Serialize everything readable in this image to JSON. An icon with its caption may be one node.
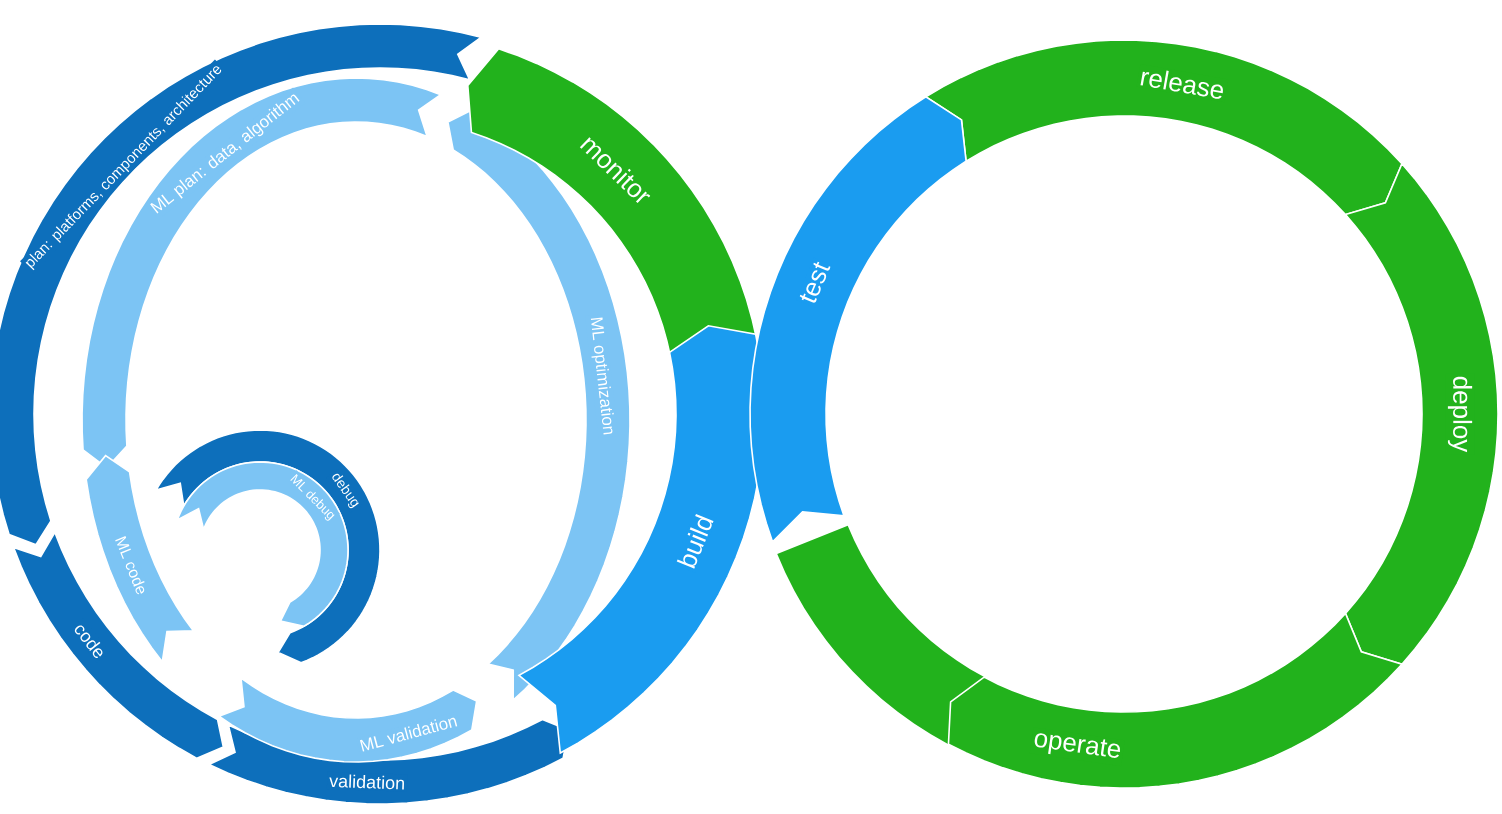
{
  "diagram": {
    "nodes": [
      {
        "text": [
          "plan: platforms, components, architecture"
        ]
      },
      {
        "text": [
          "ML plan: data, algorithm"
        ]
      },
      {
        "text": [
          "monitor"
        ]
      },
      {
        "text": [
          "test"
        ]
      },
      {
        "text": [
          "release"
        ]
      },
      {
        "text": [
          "ML optimization"
        ]
      },
      {
        "text": [
          "deploy"
        ]
      },
      {
        "text": [
          "debug"
        ]
      },
      {
        "text": [
          "ML debug"
        ]
      },
      {
        "text": [
          "ML code"
        ]
      },
      {
        "text": [
          "code"
        ]
      },
      {
        "text": [
          "build"
        ]
      },
      {
        "text": [
          "ML validation"
        ]
      },
      {
        "text": [
          "validation"
        ]
      },
      {
        "text": [
          "operate"
        ]
      },
      {
        "text": [],
        "shape": "arc"
      }
    ]
  }
}
